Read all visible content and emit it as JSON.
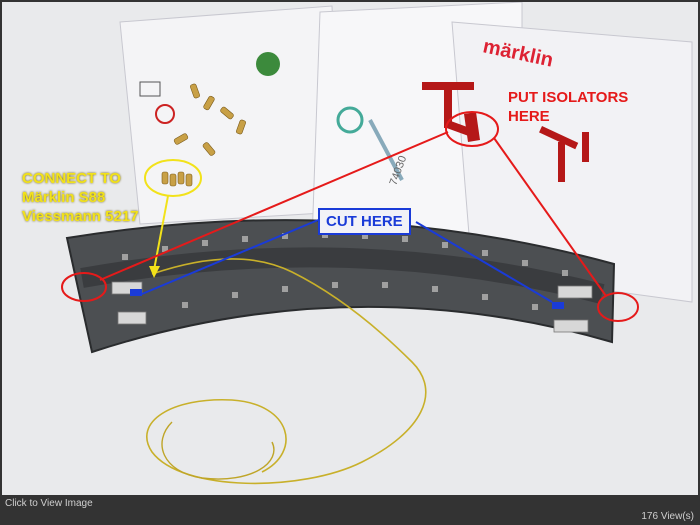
{
  "photo": {
    "annotations": {
      "connect": "CONNECT TO\nMärklin S88\nViessmann 5217",
      "isolators": "PUT ISOLATORS\nHERE",
      "cut": "CUT HERE"
    },
    "package_text": {
      "brand": "märklin",
      "part_number": "74030"
    },
    "colors": {
      "connect": "#f2e21a",
      "isolators": "#e51a1a",
      "cut": "#1a3bd8"
    }
  },
  "footer": {
    "click_hint": "Click to View Image",
    "views": "176 View(s)"
  }
}
